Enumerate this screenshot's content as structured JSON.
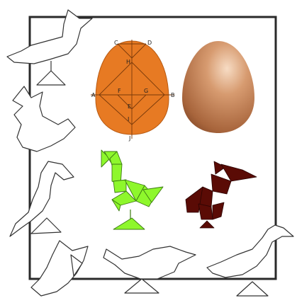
{
  "colors": {
    "frame": "#2a2a2a",
    "egg_orange": "#e77a23",
    "egg_brown": "#c98a5e",
    "green_bird": "#8ef72c",
    "dark_bird": "#5a0b05",
    "outline_bird": "#ffffff"
  },
  "egg_diagram": {
    "points": [
      {
        "label": "C"
      },
      {
        "label": "D"
      },
      {
        "label": "H"
      },
      {
        "label": "A"
      },
      {
        "label": "F"
      },
      {
        "label": "G"
      },
      {
        "label": "B"
      },
      {
        "label": "E"
      },
      {
        "label": "I"
      },
      {
        "label": "J"
      }
    ]
  }
}
